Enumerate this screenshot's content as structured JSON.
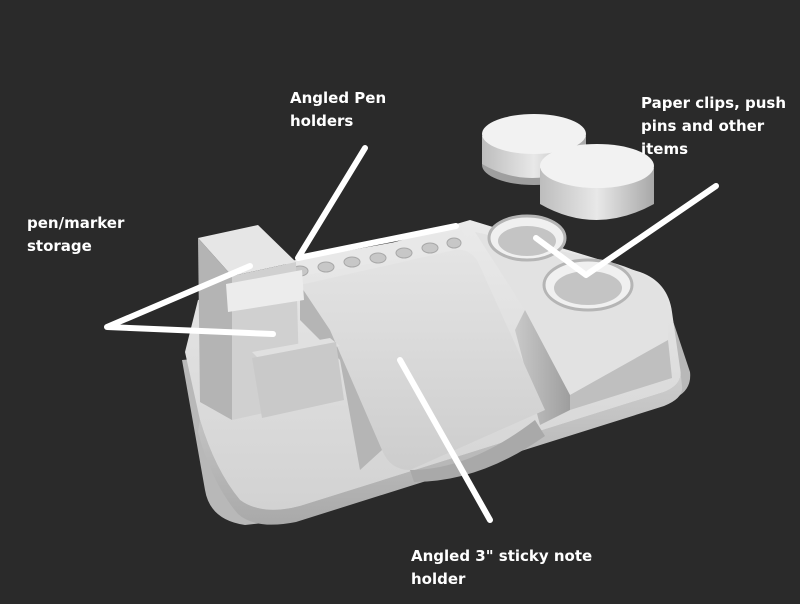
{
  "labels": {
    "pen_marker_storage": {
      "line1": "pen/marker",
      "line2": "storage"
    },
    "angled_pen_holders": {
      "line1": "Angled Pen",
      "line2": "holders"
    },
    "paper_clips": {
      "line1": "Paper clips, push",
      "line2": "pins and other",
      "line3": "items"
    },
    "sticky_note": {
      "line1": "Angled 3\" sticky note",
      "line2": "holder"
    }
  },
  "colors": {
    "background": "#2a2a2a",
    "model": "#d6d6d6",
    "pointer": "#ffffff",
    "label_text": "#ffffff"
  }
}
